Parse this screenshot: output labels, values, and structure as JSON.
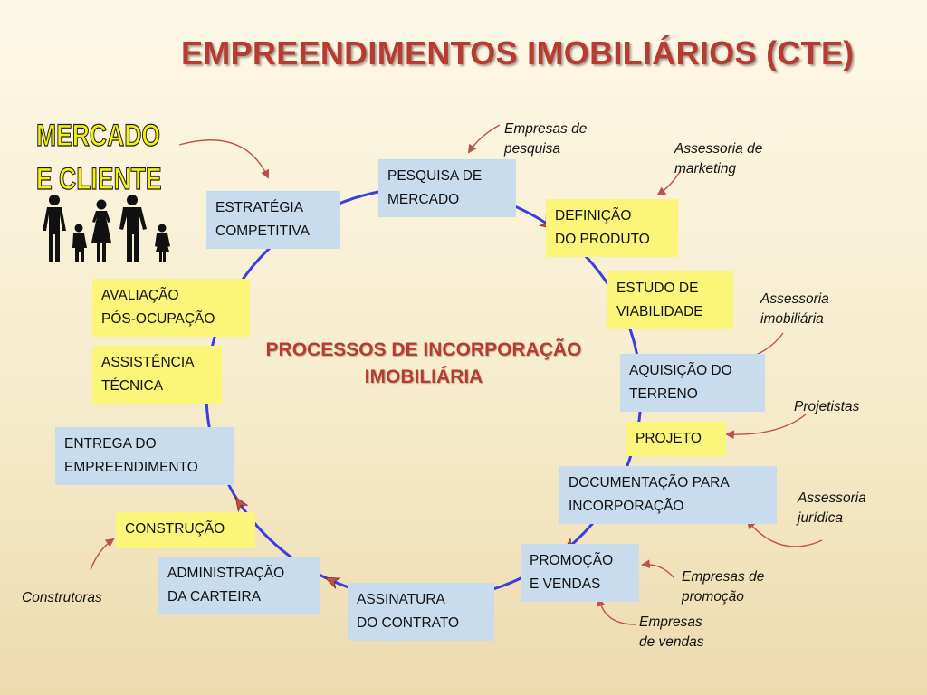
{
  "title": "EMPREENDIMENTOS IMOBILIÁRIOS (CTE)",
  "mercado": {
    "line1": "MERCADO",
    "line2": "E CLIENTE"
  },
  "center_label": "PROCESSOS DE INCORPORAÇÃO\nIMOBILIÁRIA",
  "stages": {
    "pesquisa": "PESQUISA DE\nMERCADO",
    "definicao": "DEFINIÇÃO\nDO PRODUTO",
    "estudo": "ESTUDO DE\nVIABILIDADE",
    "aquisicao": "AQUISIÇÃO DO\nTERRENO",
    "projeto": "PROJETO",
    "documentacao": "DOCUMENTAÇÃO PARA\nINCORPORAÇÃO",
    "promocao": "PROMOÇÃO\nE VENDAS",
    "assinatura": "ASSINATURA\nDO CONTRATO",
    "administracao": "ADMINISTRAÇÃO\nDA CARTEIRA",
    "construcao": "CONSTRUÇÃO",
    "entrega": "ENTREGA DO\nEMPREENDIMENTO",
    "assistencia": "ASSISTÊNCIA\nTÉCNICA",
    "avaliacao": "AVALIAÇÃO\nPÓS-OCUPAÇÃO",
    "estrategia": "ESTRATÉGIA\nCOMPETITIVA"
  },
  "notes": {
    "pesquisa": "Empresas de\npesquisa",
    "marketing": "Assessoria de\nmarketing",
    "imobiliaria": "Assessoria\nimobiliária",
    "projetistas": "Projetistas",
    "juridica": "Assessoria\njurídica",
    "promocao": "Empresas de\npromoção",
    "vendas": "Empresas\nde vendas",
    "construtoras": "Construtoras"
  },
  "colors": {
    "title": "#b83a30",
    "blue_box": "#c9dcee",
    "yellow_box": "#fbf67a",
    "cycle": "#3a3de0",
    "arrowhead": "#c0504d"
  }
}
